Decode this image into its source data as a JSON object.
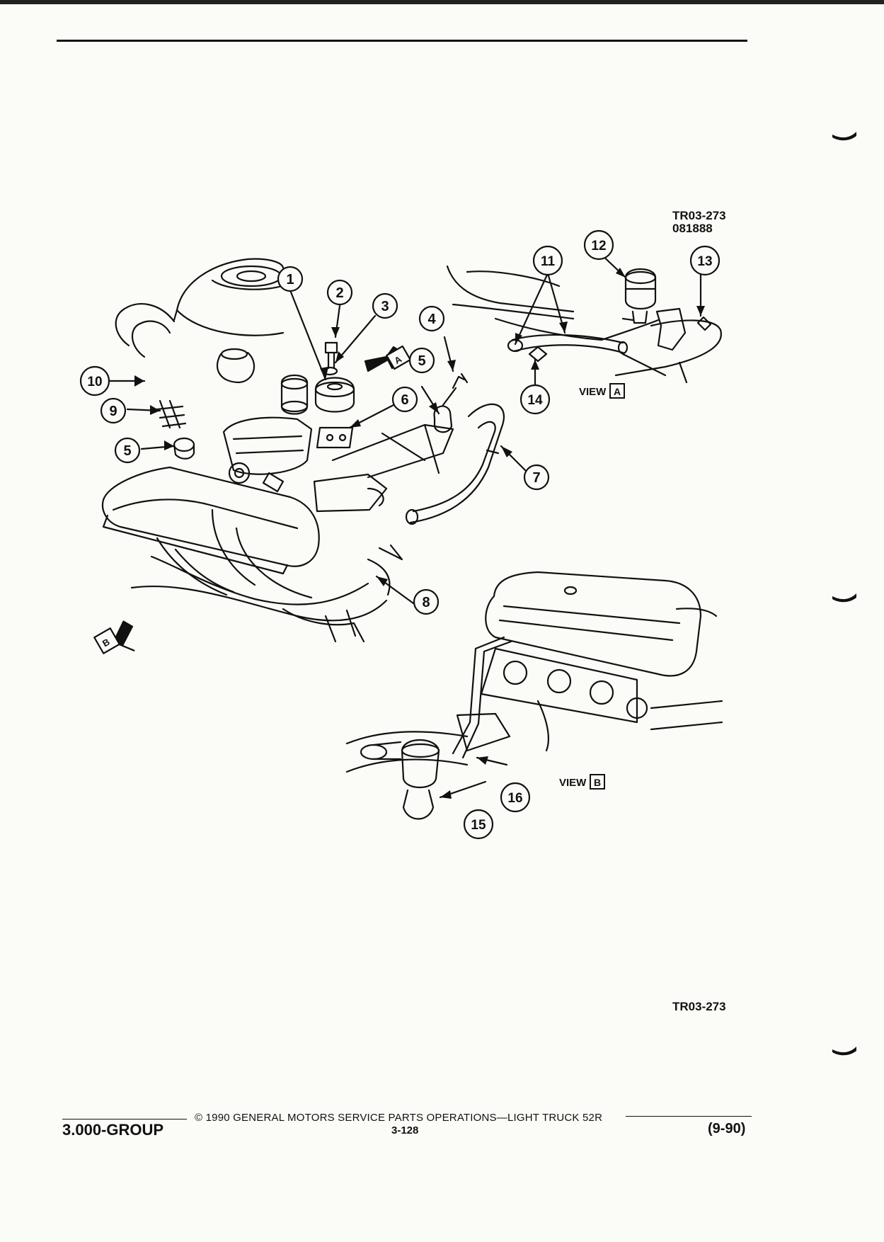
{
  "document": {
    "ref_code_top": "TR03-273",
    "ref_date_code": "081888",
    "ref_code_bottom": "TR03-273",
    "view_word": "VIEW",
    "view_a_letter": "A",
    "view_b_letter": "B",
    "arrow_a_letter": "A",
    "arrow_b_letter": "B"
  },
  "callouts": [
    "1",
    "2",
    "3",
    "4",
    "5",
    "6",
    "7",
    "8",
    "9",
    "10",
    "11",
    "12",
    "13",
    "14",
    "15",
    "16"
  ],
  "footer": {
    "copyright": "© 1990 GENERAL MOTORS SERVICE PARTS OPERATIONS—LIGHT TRUCK 52R",
    "group": "3.000-GROUP",
    "page": "3-128",
    "date": "(9-90)"
  }
}
